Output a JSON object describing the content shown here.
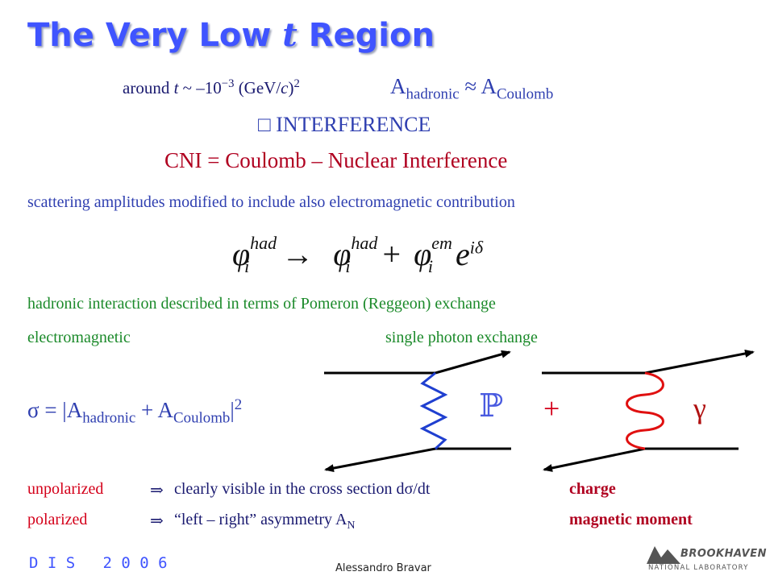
{
  "title": {
    "pre": "The Very Low ",
    "var": "t",
    "post": " Region"
  },
  "around": {
    "prefix": "around ",
    "t": "t",
    "approx": " ~ –10",
    "exp": "−3",
    "units_pre": " (GeV/",
    "units_c": "c",
    "units_post": ")",
    "units_exp": "2"
  },
  "amp_relation": {
    "A1": "A",
    "sub1": "hadronic",
    "approx": " ≈ ",
    "A2": "A",
    "sub2": "Coulomb"
  },
  "interference": {
    "glyph": "□",
    "text": " INTERFERENCE"
  },
  "cni": "CNI = Coulomb – Nuclear Interference",
  "scattering_note": "scattering amplitudes modified to include also electromagnetic contribution",
  "formula": {
    "phi": "φ",
    "i": "i",
    "had": "had",
    "arrow": "→",
    "plus": "+",
    "em": "em",
    "e": "e",
    "exp": "iδ"
  },
  "hadronic_note": "hadronic interaction described in terms of Pomeron (Reggeon) exchange",
  "em_label": "electromagnetic",
  "photon_label": "single photon exchange",
  "sigma_eq": {
    "sigma": "σ",
    "eq": " =  |A",
    "sub1": "hadronic",
    "mid": " + A",
    "sub2": "Coulomb",
    "end": "|",
    "exp": "2"
  },
  "diagram": {
    "pomeron": "ℙ",
    "plus": "+",
    "gamma": "γ",
    "colors": {
      "pomeron": "#1f3fd0",
      "photon": "#e01010"
    }
  },
  "rows": [
    {
      "label": "unpolarized",
      "arrow": "⇒",
      "text": "clearly visible in the cross section dσ/dt",
      "right": "charge"
    },
    {
      "label": "polarized",
      "arrow": "⇒",
      "text": "“left – right” asymmetry A",
      "sub": "N",
      "right": "magnetic moment"
    }
  ],
  "footer": {
    "left": "D I S   2 0 0 6",
    "center": "Alessandro Bravar",
    "logo_main": "BROOKHAVEN",
    "logo_sub": "NATIONAL LABORATORY"
  },
  "colors": {
    "title": "#3f54ff",
    "green": "#1b8a2a",
    "red": "#d4001a"
  }
}
